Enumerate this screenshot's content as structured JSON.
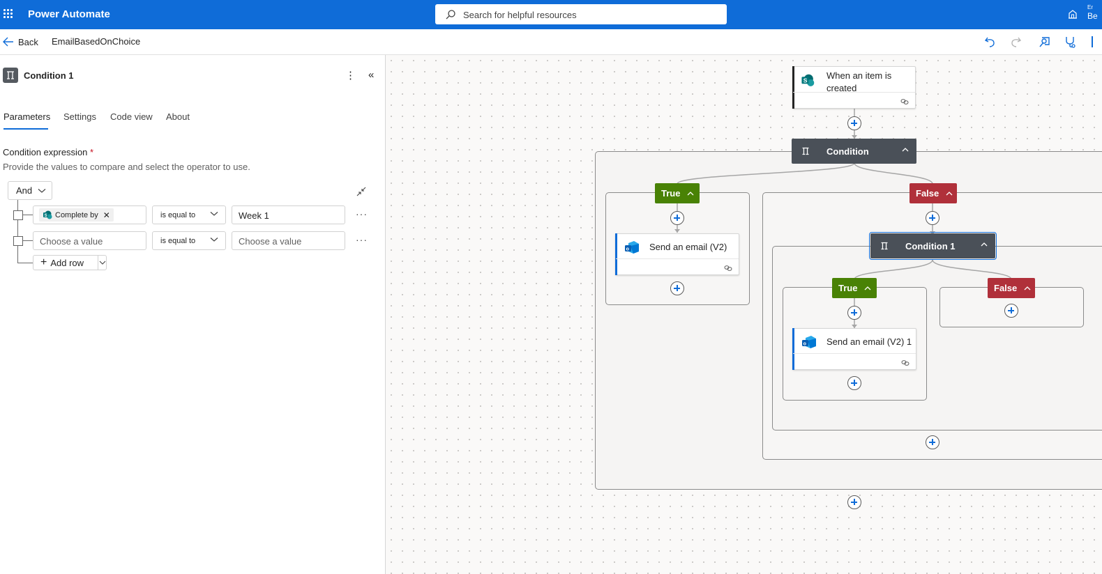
{
  "topbar": {
    "app_title": "Power Automate",
    "search_placeholder": "Search for helpful resources",
    "env_label_line1": "Er",
    "env_label_line2": "Be"
  },
  "cmdbar": {
    "back_label": "Back",
    "flow_name": "EmailBasedOnChoice"
  },
  "panel": {
    "title": "Condition 1",
    "tabs": [
      {
        "label": "Parameters",
        "active": true
      },
      {
        "label": "Settings",
        "active": false
      },
      {
        "label": "Code view",
        "active": false
      },
      {
        "label": "About",
        "active": false
      }
    ],
    "condition_label": "Condition expression",
    "required_mark": "*",
    "condition_help": "Provide the values to compare and select the operator to use.",
    "group_operator": "And",
    "rows": [
      {
        "left_token": "Complete by",
        "operator": "is equal to",
        "right_value": "Week 1"
      },
      {
        "left_placeholder": "Choose a value",
        "operator": "is equal to",
        "right_placeholder": "Choose a value"
      }
    ],
    "add_row_label": "Add row"
  },
  "canvas": {
    "trigger_title": "When an item is created",
    "condition_title": "Condition",
    "true_label": "True",
    "false_label": "False",
    "action1_title": "Send an email (V2)",
    "condition1_title": "Condition 1",
    "inner_true_label": "True",
    "inner_false_label": "False",
    "action2_title": "Send an email (V2) 1"
  },
  "colors": {
    "brand": "#0f6cd8",
    "true_branch": "#498205",
    "false_branch": "#b0303a",
    "condition_header": "#4a5058"
  }
}
